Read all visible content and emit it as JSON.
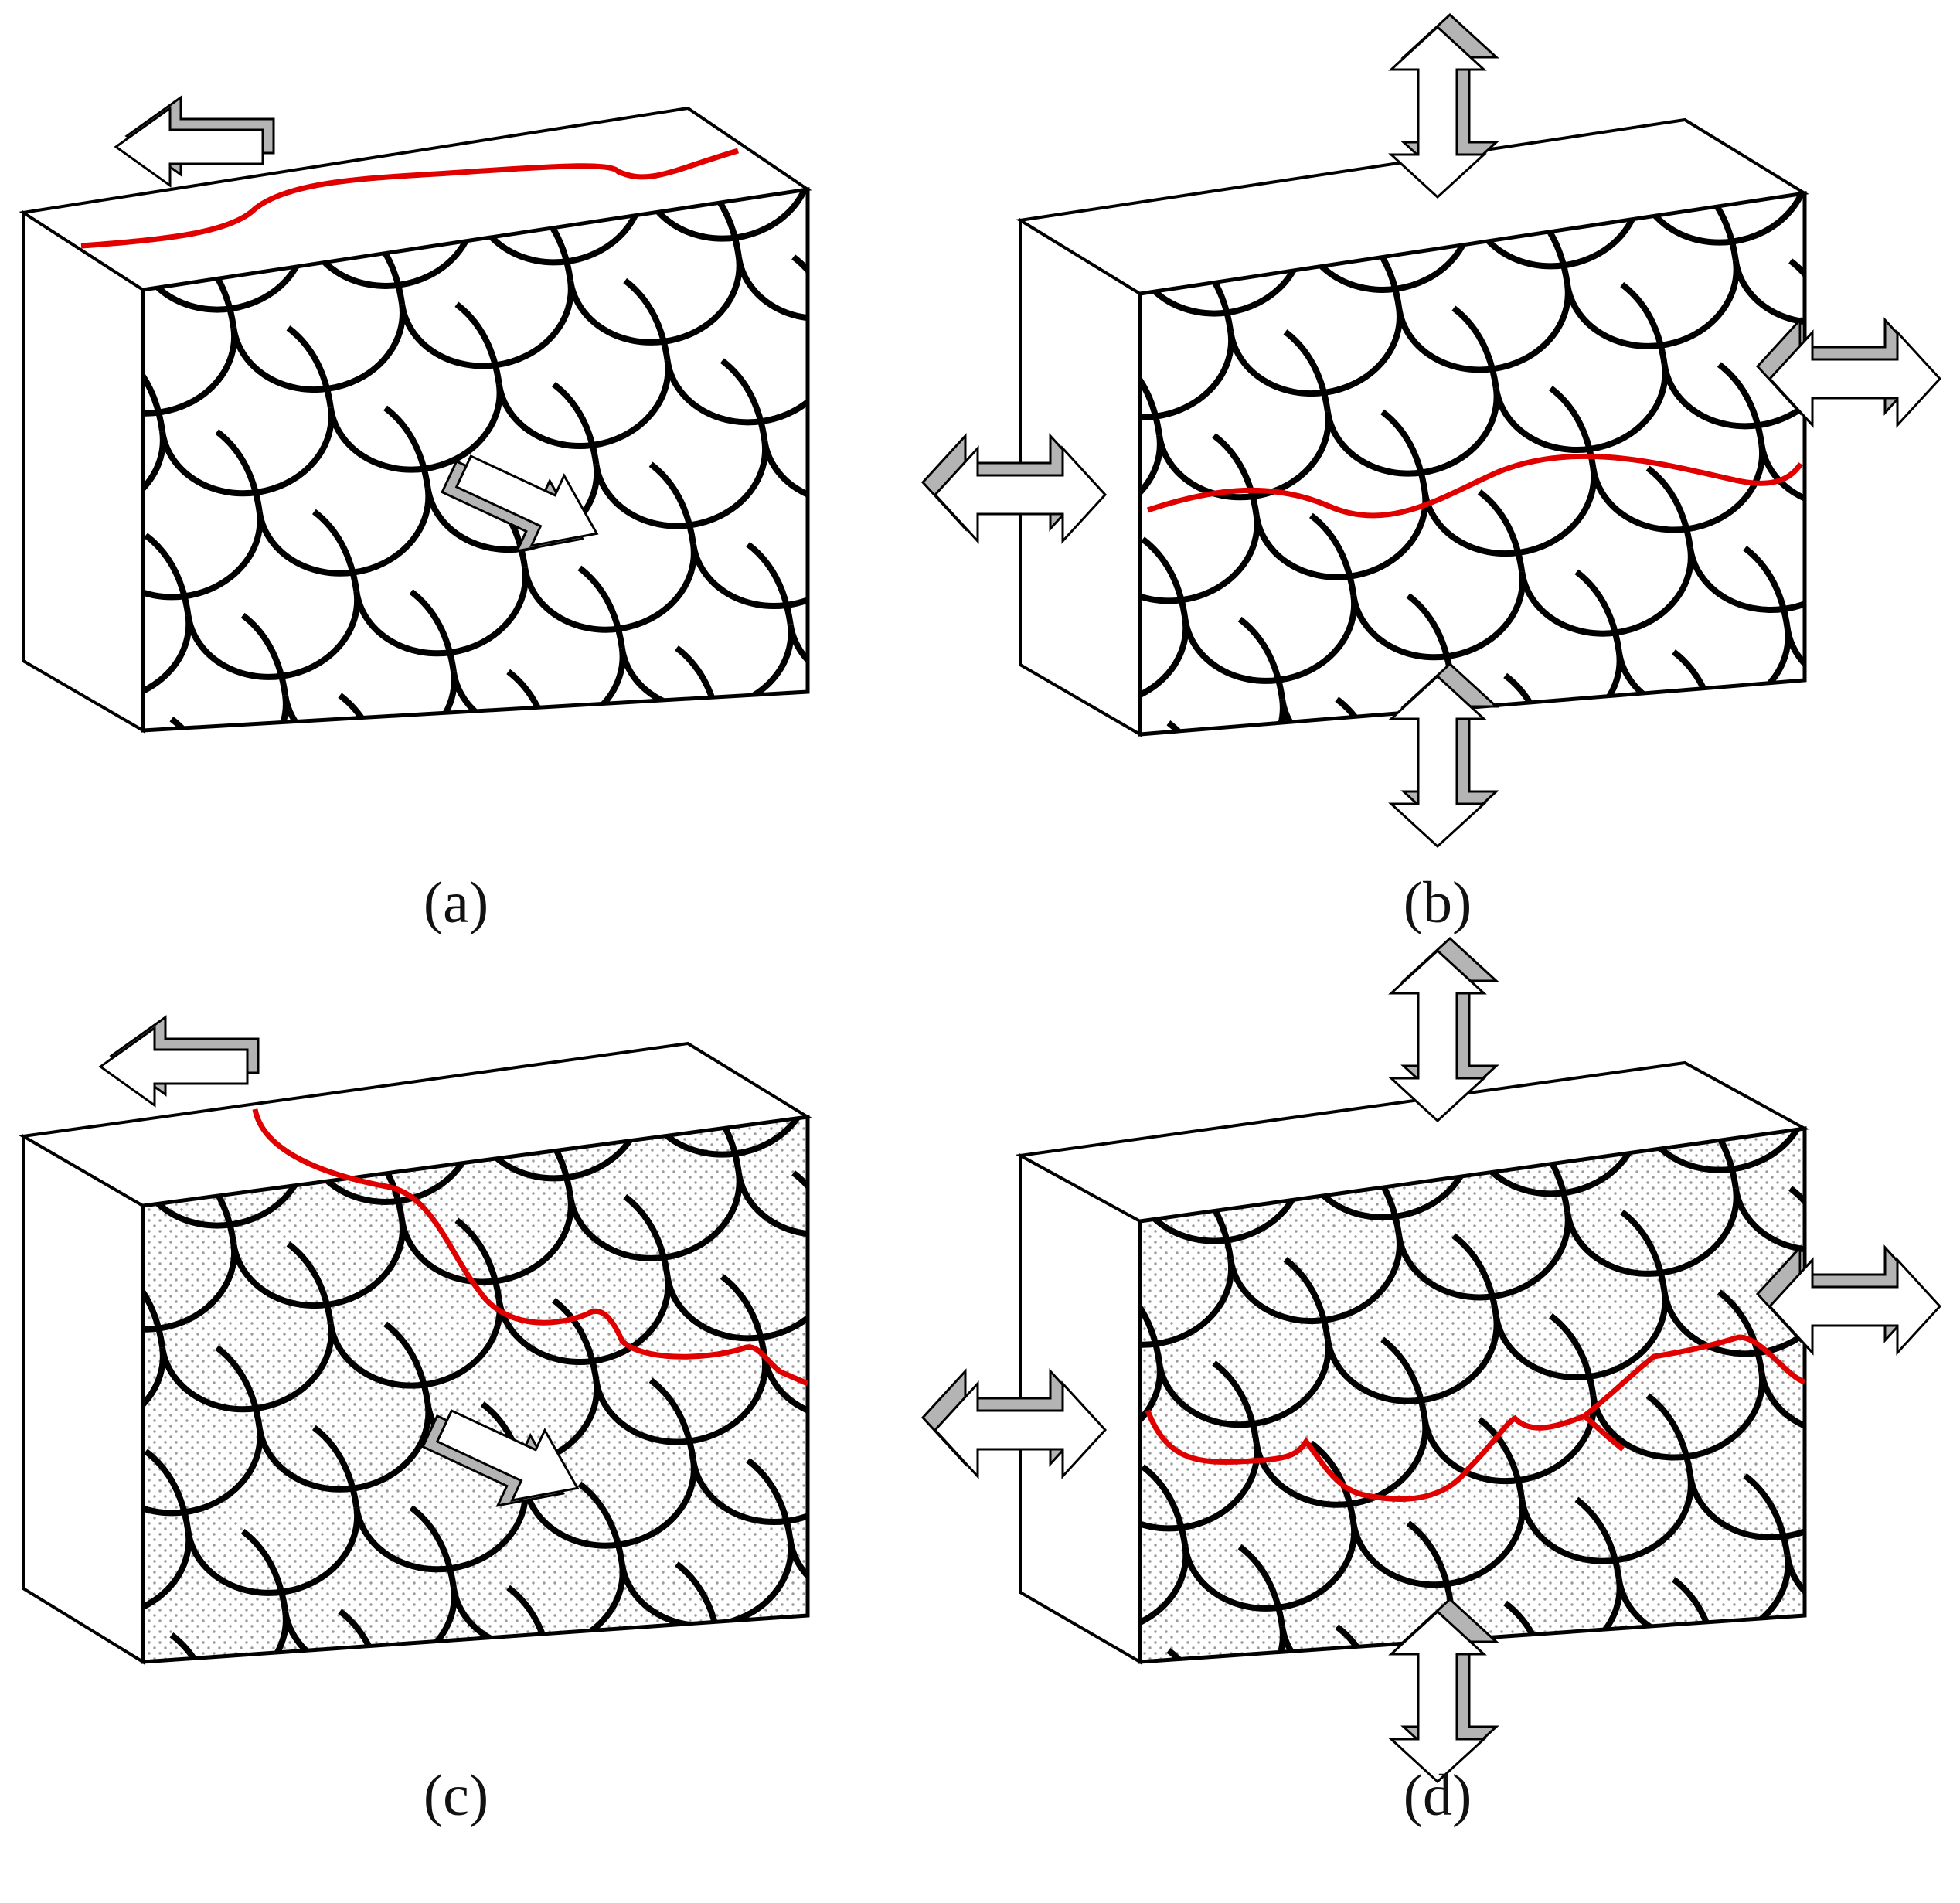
{
  "panels": [
    {
      "id": "a",
      "label": "(a)",
      "load": "uniaxial",
      "dotted": false
    },
    {
      "id": "b",
      "label": "(b)",
      "load": "biaxial",
      "dotted": false
    },
    {
      "id": "c",
      "label": "(c)",
      "load": "uniaxial",
      "dotted": true
    },
    {
      "id": "d",
      "label": "(d)",
      "load": "biaxial",
      "dotted": true
    }
  ],
  "colors": {
    "outline": "#000000",
    "crack": "#e00000",
    "arrow_fill": "#ffffff",
    "arrow_shadow": "#b4b4b4",
    "stipple": "#9a9a9a"
  }
}
